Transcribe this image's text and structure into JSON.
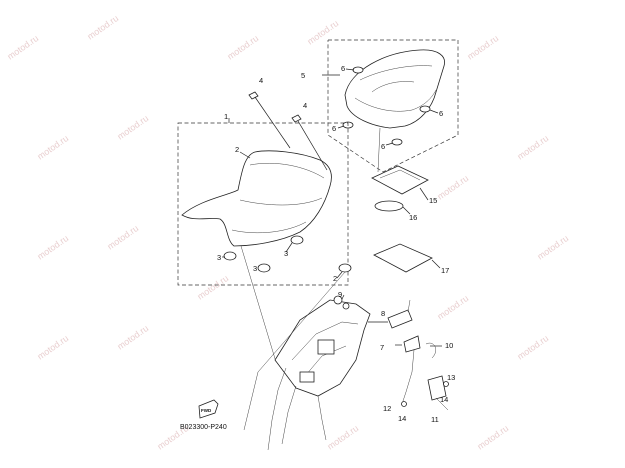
{
  "diagram_code": "B023300-P240",
  "fwd_label": "FWD",
  "watermark_text": "motod.ru",
  "callouts": {
    "c1": "1",
    "c2a": "2",
    "c2b": "2",
    "c3a": "3",
    "c3b": "3",
    "c3c": "3",
    "c4a": "4",
    "c4b": "4",
    "c5": "5",
    "c6a": "6",
    "c6b": "6",
    "c6c": "6",
    "c6d": "6",
    "c7": "7",
    "c8": "8",
    "c9": "9",
    "c10": "10",
    "c11": "11",
    "c12": "12",
    "c13": "13",
    "c14a": "14",
    "c14b": "14",
    "c15": "15",
    "c16": "16",
    "c17": "17"
  },
  "colors": {
    "line": "#222222",
    "watermark": "#e9cfd0"
  }
}
